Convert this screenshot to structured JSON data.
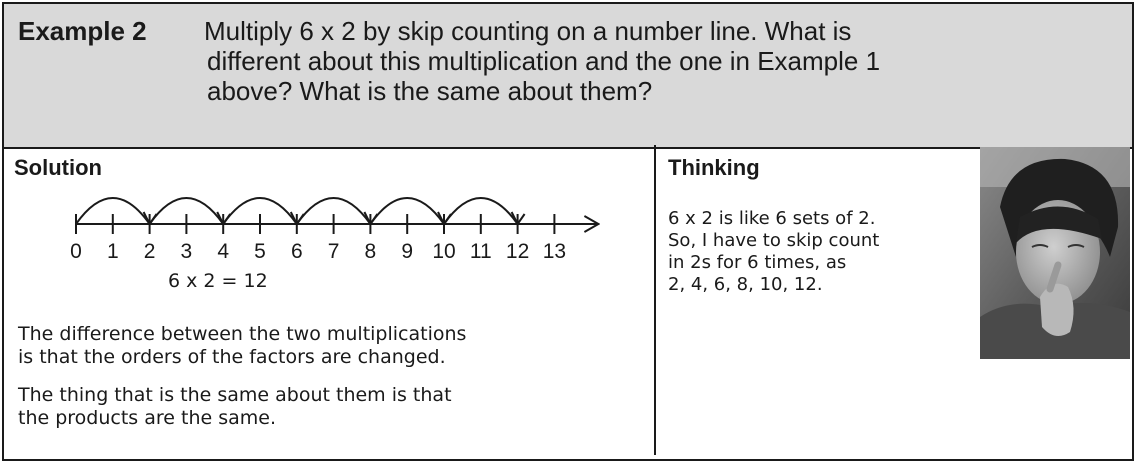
{
  "example": {
    "label": "Example 2",
    "question_lines": [
      "Multiply 6 x 2 by skip counting on a number line.  What is",
      "different about this multiplication and the one in Example 1",
      "above?  What is the same about them?"
    ]
  },
  "solution": {
    "title": "Solution",
    "number_line": {
      "tick_labels": [
        "0",
        "1",
        "2",
        "3",
        "4",
        "5",
        "6",
        "7",
        "8",
        "9",
        "10",
        "11",
        "12",
        "13"
      ],
      "jumps": [
        [
          0,
          2
        ],
        [
          2,
          4
        ],
        [
          4,
          6
        ],
        [
          6,
          8
        ],
        [
          8,
          10
        ],
        [
          10,
          12
        ]
      ]
    },
    "equation": "6 x 2 = 12",
    "paragraph1_lines": [
      "The difference between the two multiplications",
      "is that the orders of the factors are changed."
    ],
    "paragraph2_lines": [
      "The thing that is the same about them is that",
      "the products are the same."
    ]
  },
  "thinking": {
    "title": "Thinking",
    "lines": [
      "6 x 2 is like 6 sets of 2.",
      "So, I have to skip count",
      "in 2s for 6 times, as",
      "2, 4, 6, 8, 10, 12."
    ]
  },
  "colors": {
    "header_background": "#d9d9d9",
    "border": "#1a1a1a",
    "text": "#1a1a1a"
  }
}
